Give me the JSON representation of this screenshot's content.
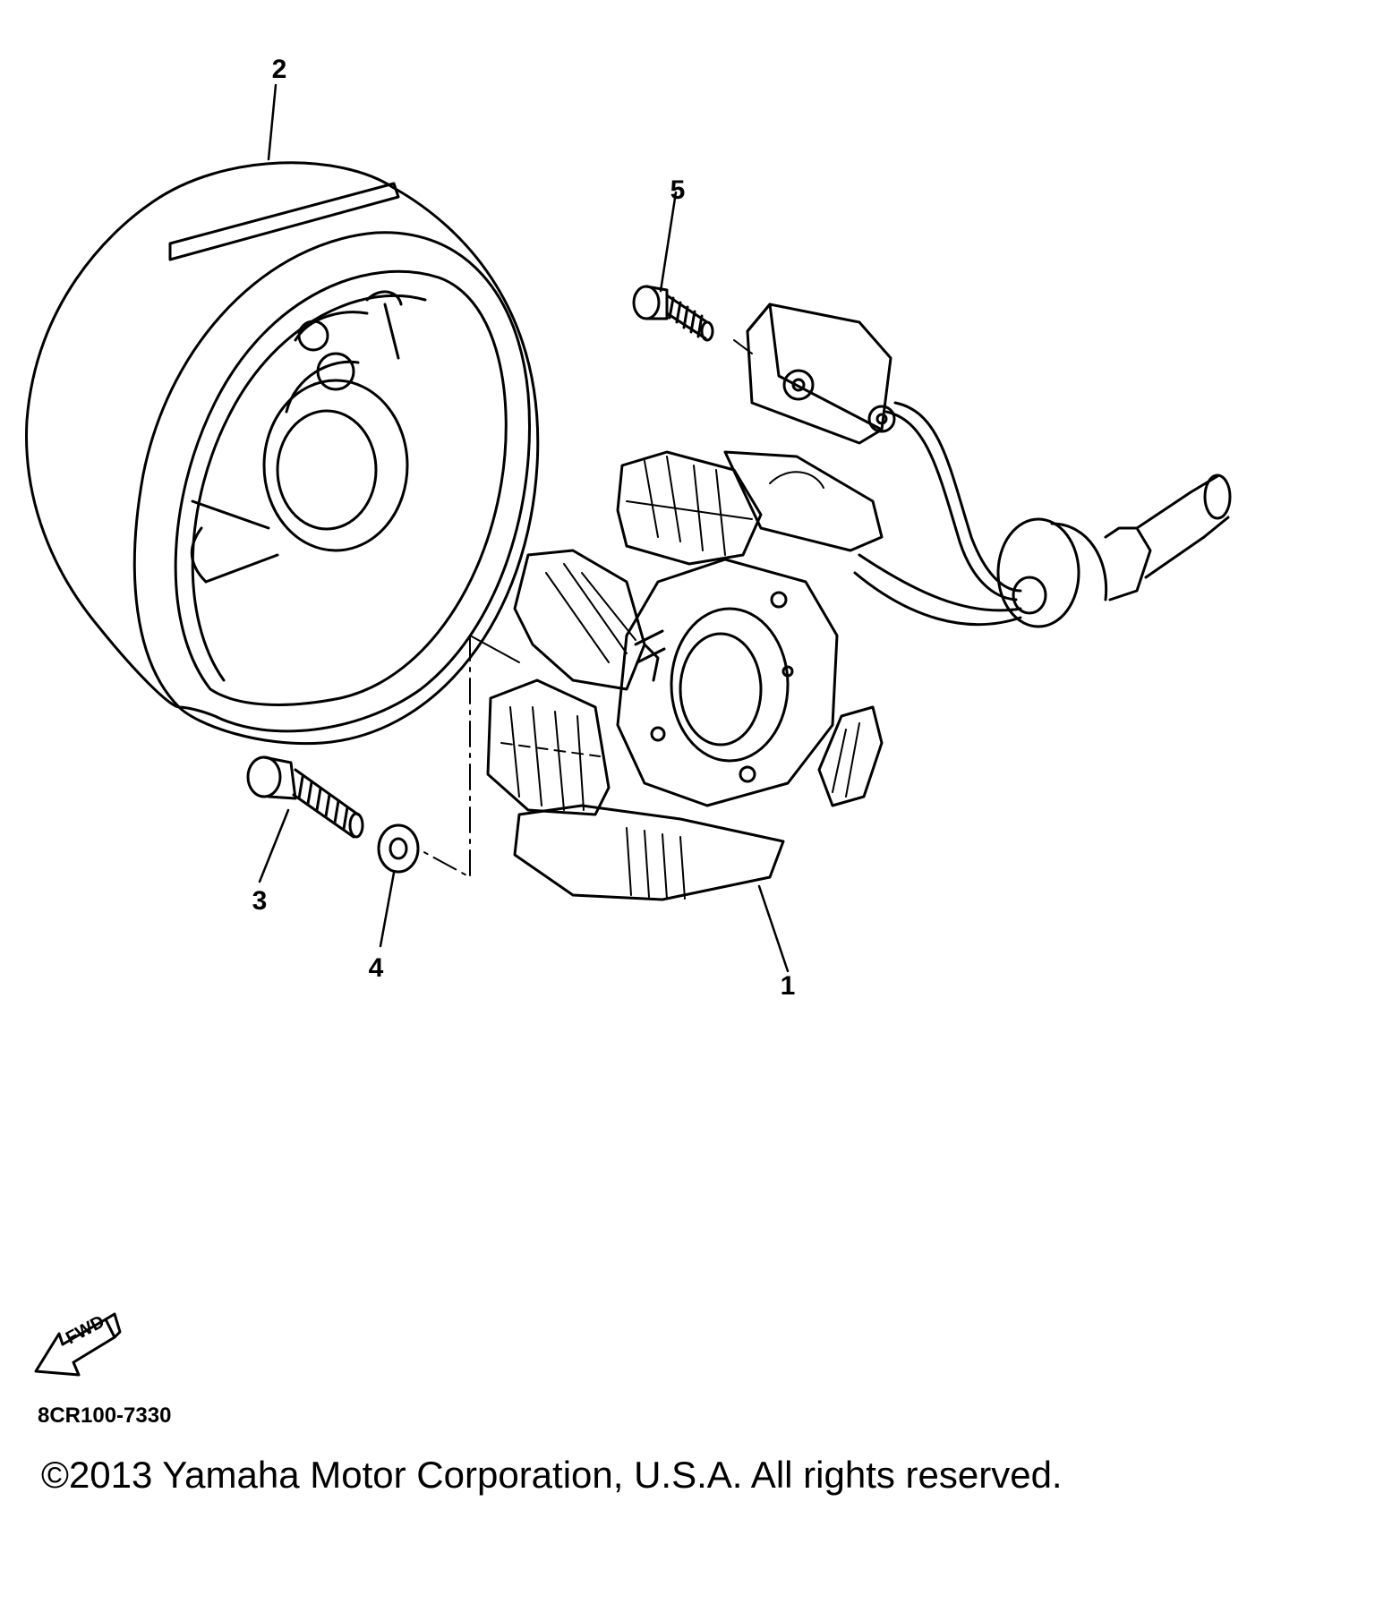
{
  "callouts": {
    "part_1": "1",
    "part_2": "2",
    "part_3": "3",
    "part_4": "4",
    "part_5": "5"
  },
  "fwd_label": "FWD",
  "diagram_code": "8CR100-7330",
  "copyright": "©2013 Yamaha Motor Corporation, U.S.A. All rights reserved.",
  "colors": {
    "ink": "#000000",
    "background": "#ffffff"
  }
}
